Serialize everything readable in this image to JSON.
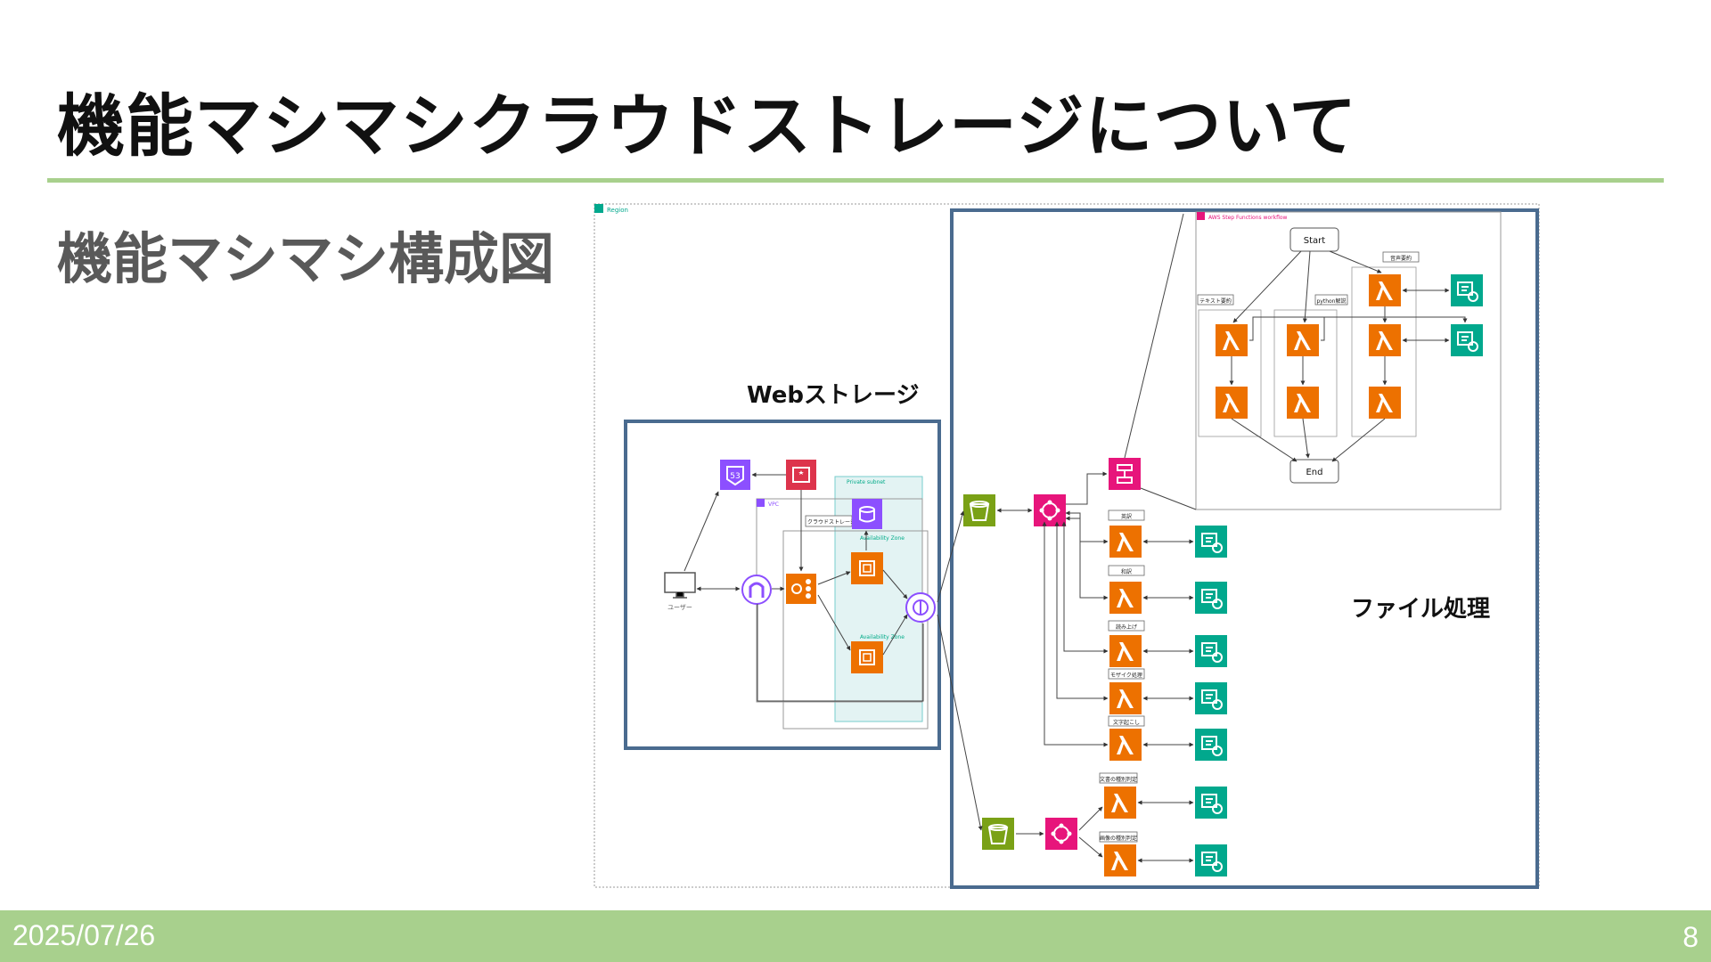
{
  "slide": {
    "title": "機能マシマシクラウドストレージについて",
    "subtitle": "機能マシマシ構成図",
    "date": "2025/07/26",
    "page_number": "8"
  },
  "diagram": {
    "region_label": "Region",
    "web_storage_label": "Webストレージ",
    "file_processing_label": "ファイル処理",
    "workflow_label": "AWS Step Functions workflow",
    "vpc_label": "VPC",
    "private_subnet_label": "Private subnet",
    "az1_label": "Availability Zone",
    "az2_label": "Availability Zone",
    "cloud_storage_label": "クラウドストレージ",
    "user_label": "ユーザー",
    "start_label": "Start",
    "end_label": "End",
    "text_summary_label": "テキスト要約",
    "python_label": "python解説",
    "audio_summary_label": "音声要約",
    "en_translate_label": "英訳",
    "jp_translate_label": "和訳",
    "read_aloud_label": "読み上げ",
    "mosaic_label": "モザイク処理",
    "transcribe_label": "文字起こし",
    "doc_judge_label": "文書の種別判定",
    "image_judge_label": "画像の種別判定",
    "colors": {
      "lambda": "#ed7100",
      "ml": "#01a88d",
      "storage": "#7aa116",
      "app_integration": "#e7157b",
      "network": "#8c4fff",
      "security": "#dd344c",
      "frame": "#4a6b8f",
      "accent_green": "#a8d08d"
    }
  }
}
